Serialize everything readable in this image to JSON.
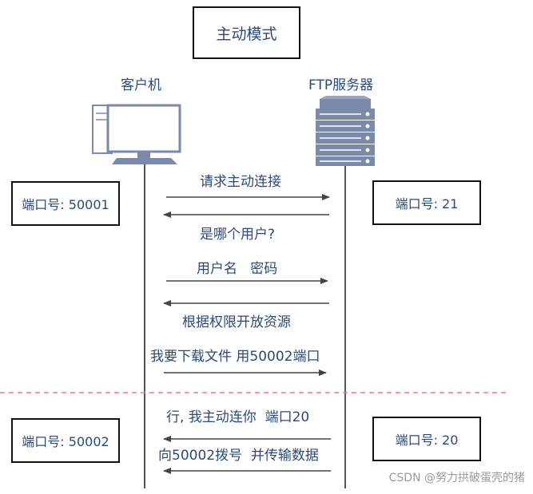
{
  "title": "主动模式",
  "nodes": {
    "client": {
      "label": "客户机"
    },
    "server": {
      "label": "FTP服务器"
    }
  },
  "ports": {
    "client_top": "端口号: 50001",
    "server_top": "端口号: 21",
    "client_bottom": "端口号: 50002",
    "server_bottom": "端口号: 20"
  },
  "messages": [
    {
      "text": "请求主动连接",
      "direction": "client-to-server"
    },
    {
      "text": "是哪个用户?",
      "direction": "server-to-client"
    },
    {
      "text": "用户名   密码",
      "direction": "client-to-server"
    },
    {
      "text": "根据权限开放资源",
      "direction": "server-to-client"
    },
    {
      "text": "我要下载文件 用50002端口",
      "direction": "client-to-server"
    },
    {
      "text": "行, 我主动连你  端口20",
      "direction": "server-to-client"
    },
    {
      "text": "向50002拨号  并传输数据",
      "direction": "server-to-client"
    }
  ],
  "colors": {
    "text": "#2c4a78",
    "arrow": "#444444",
    "lifeline": "#555555",
    "divider": "#f07878",
    "device": "#7a8aa8"
  },
  "watermark": "CSDN @努力拱破蛋壳的猪"
}
